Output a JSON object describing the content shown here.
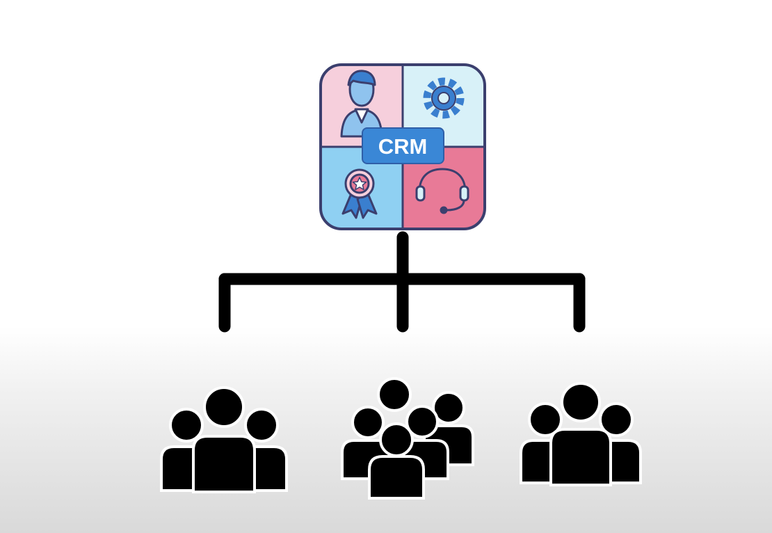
{
  "crm_icon": {
    "label": "CRM",
    "tiles": [
      {
        "name": "customer",
        "icon": "person-icon",
        "color": "#f6cfdc"
      },
      {
        "name": "settings",
        "icon": "gear-icon",
        "color": "#d8f1f8"
      },
      {
        "name": "rewards",
        "icon": "award-ribbon-icon",
        "color": "#8fd0f2"
      },
      {
        "name": "support",
        "icon": "headset-icon",
        "color": "#e87a97"
      }
    ],
    "badge_color": "#3a87d6",
    "outline_color": "#3b3f6e",
    "icon_color": "#3a7fcf"
  },
  "connector": {
    "color": "#000000",
    "branches": 3
  },
  "groups": [
    {
      "icon": "group-of-three-icon"
    },
    {
      "icon": "crowd-icon"
    },
    {
      "icon": "group-of-three-icon"
    }
  ]
}
